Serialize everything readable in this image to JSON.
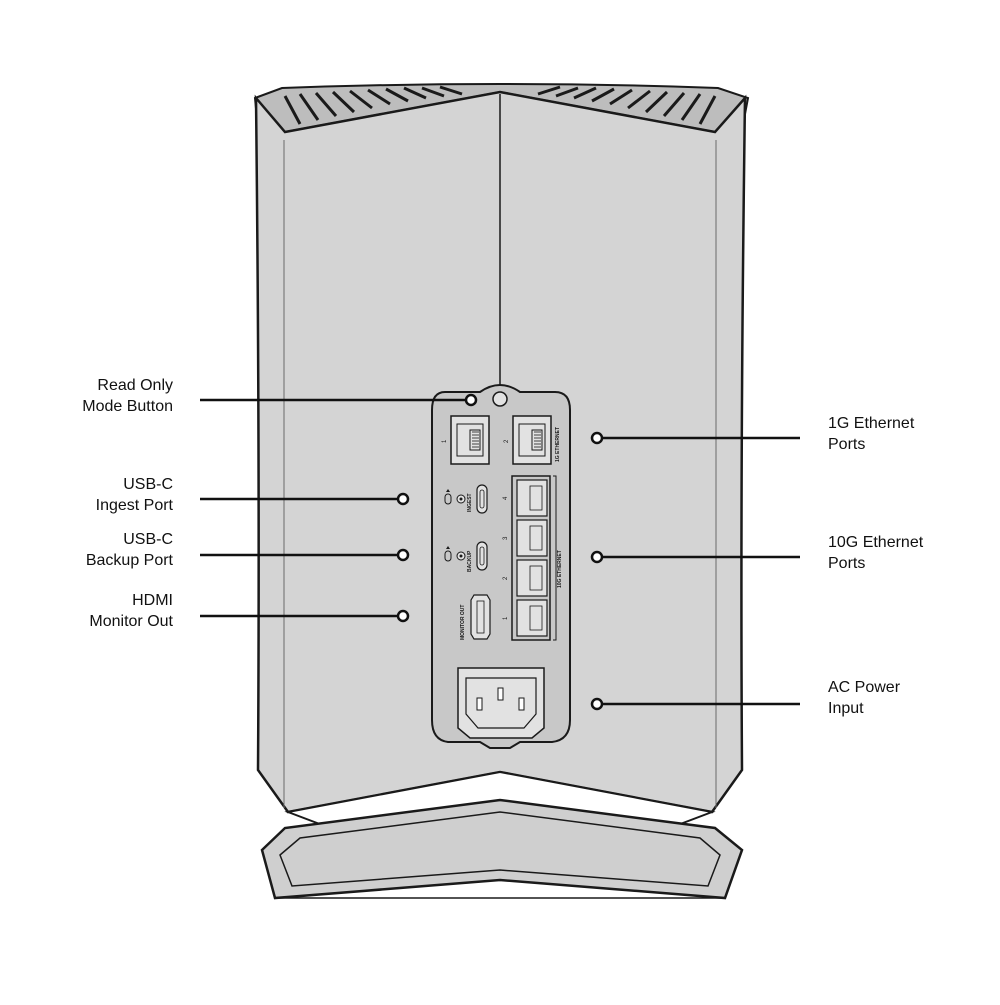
{
  "colors": {
    "body_fill": "#d4d4d4",
    "panel_fill": "#c8c8c8",
    "stroke": "#1a1a1a",
    "port_fill": "#e2e2e2",
    "background": "#ffffff"
  },
  "callouts": {
    "read_only": {
      "line1": "Read Only",
      "line2": "Mode Button"
    },
    "usbc_ingest": {
      "line1": "USB-C",
      "line2": "Ingest Port"
    },
    "usbc_backup": {
      "line1": "USB-C",
      "line2": "Backup Port"
    },
    "hdmi": {
      "line1": "HDMI",
      "line2": "Monitor Out"
    },
    "eth_1g": {
      "line1": "1G Ethernet",
      "line2": "Ports"
    },
    "eth_10g": {
      "line1": "10G Ethernet",
      "line2": "Ports"
    },
    "ac_power": {
      "line1": "AC Power",
      "line2": "Input"
    }
  },
  "panel_text": {
    "port_1g_1": "1",
    "port_1g_2": "2",
    "group_1g": "1G ETHERNET",
    "port_10g_4": "4",
    "port_10g_3": "3",
    "port_10g_2": "2",
    "port_10g_1": "1",
    "group_10g": "10G ETHERNET",
    "ingest": "INGEST",
    "backup": "BACKUP",
    "monitor_out": "MONITOR OUT"
  }
}
